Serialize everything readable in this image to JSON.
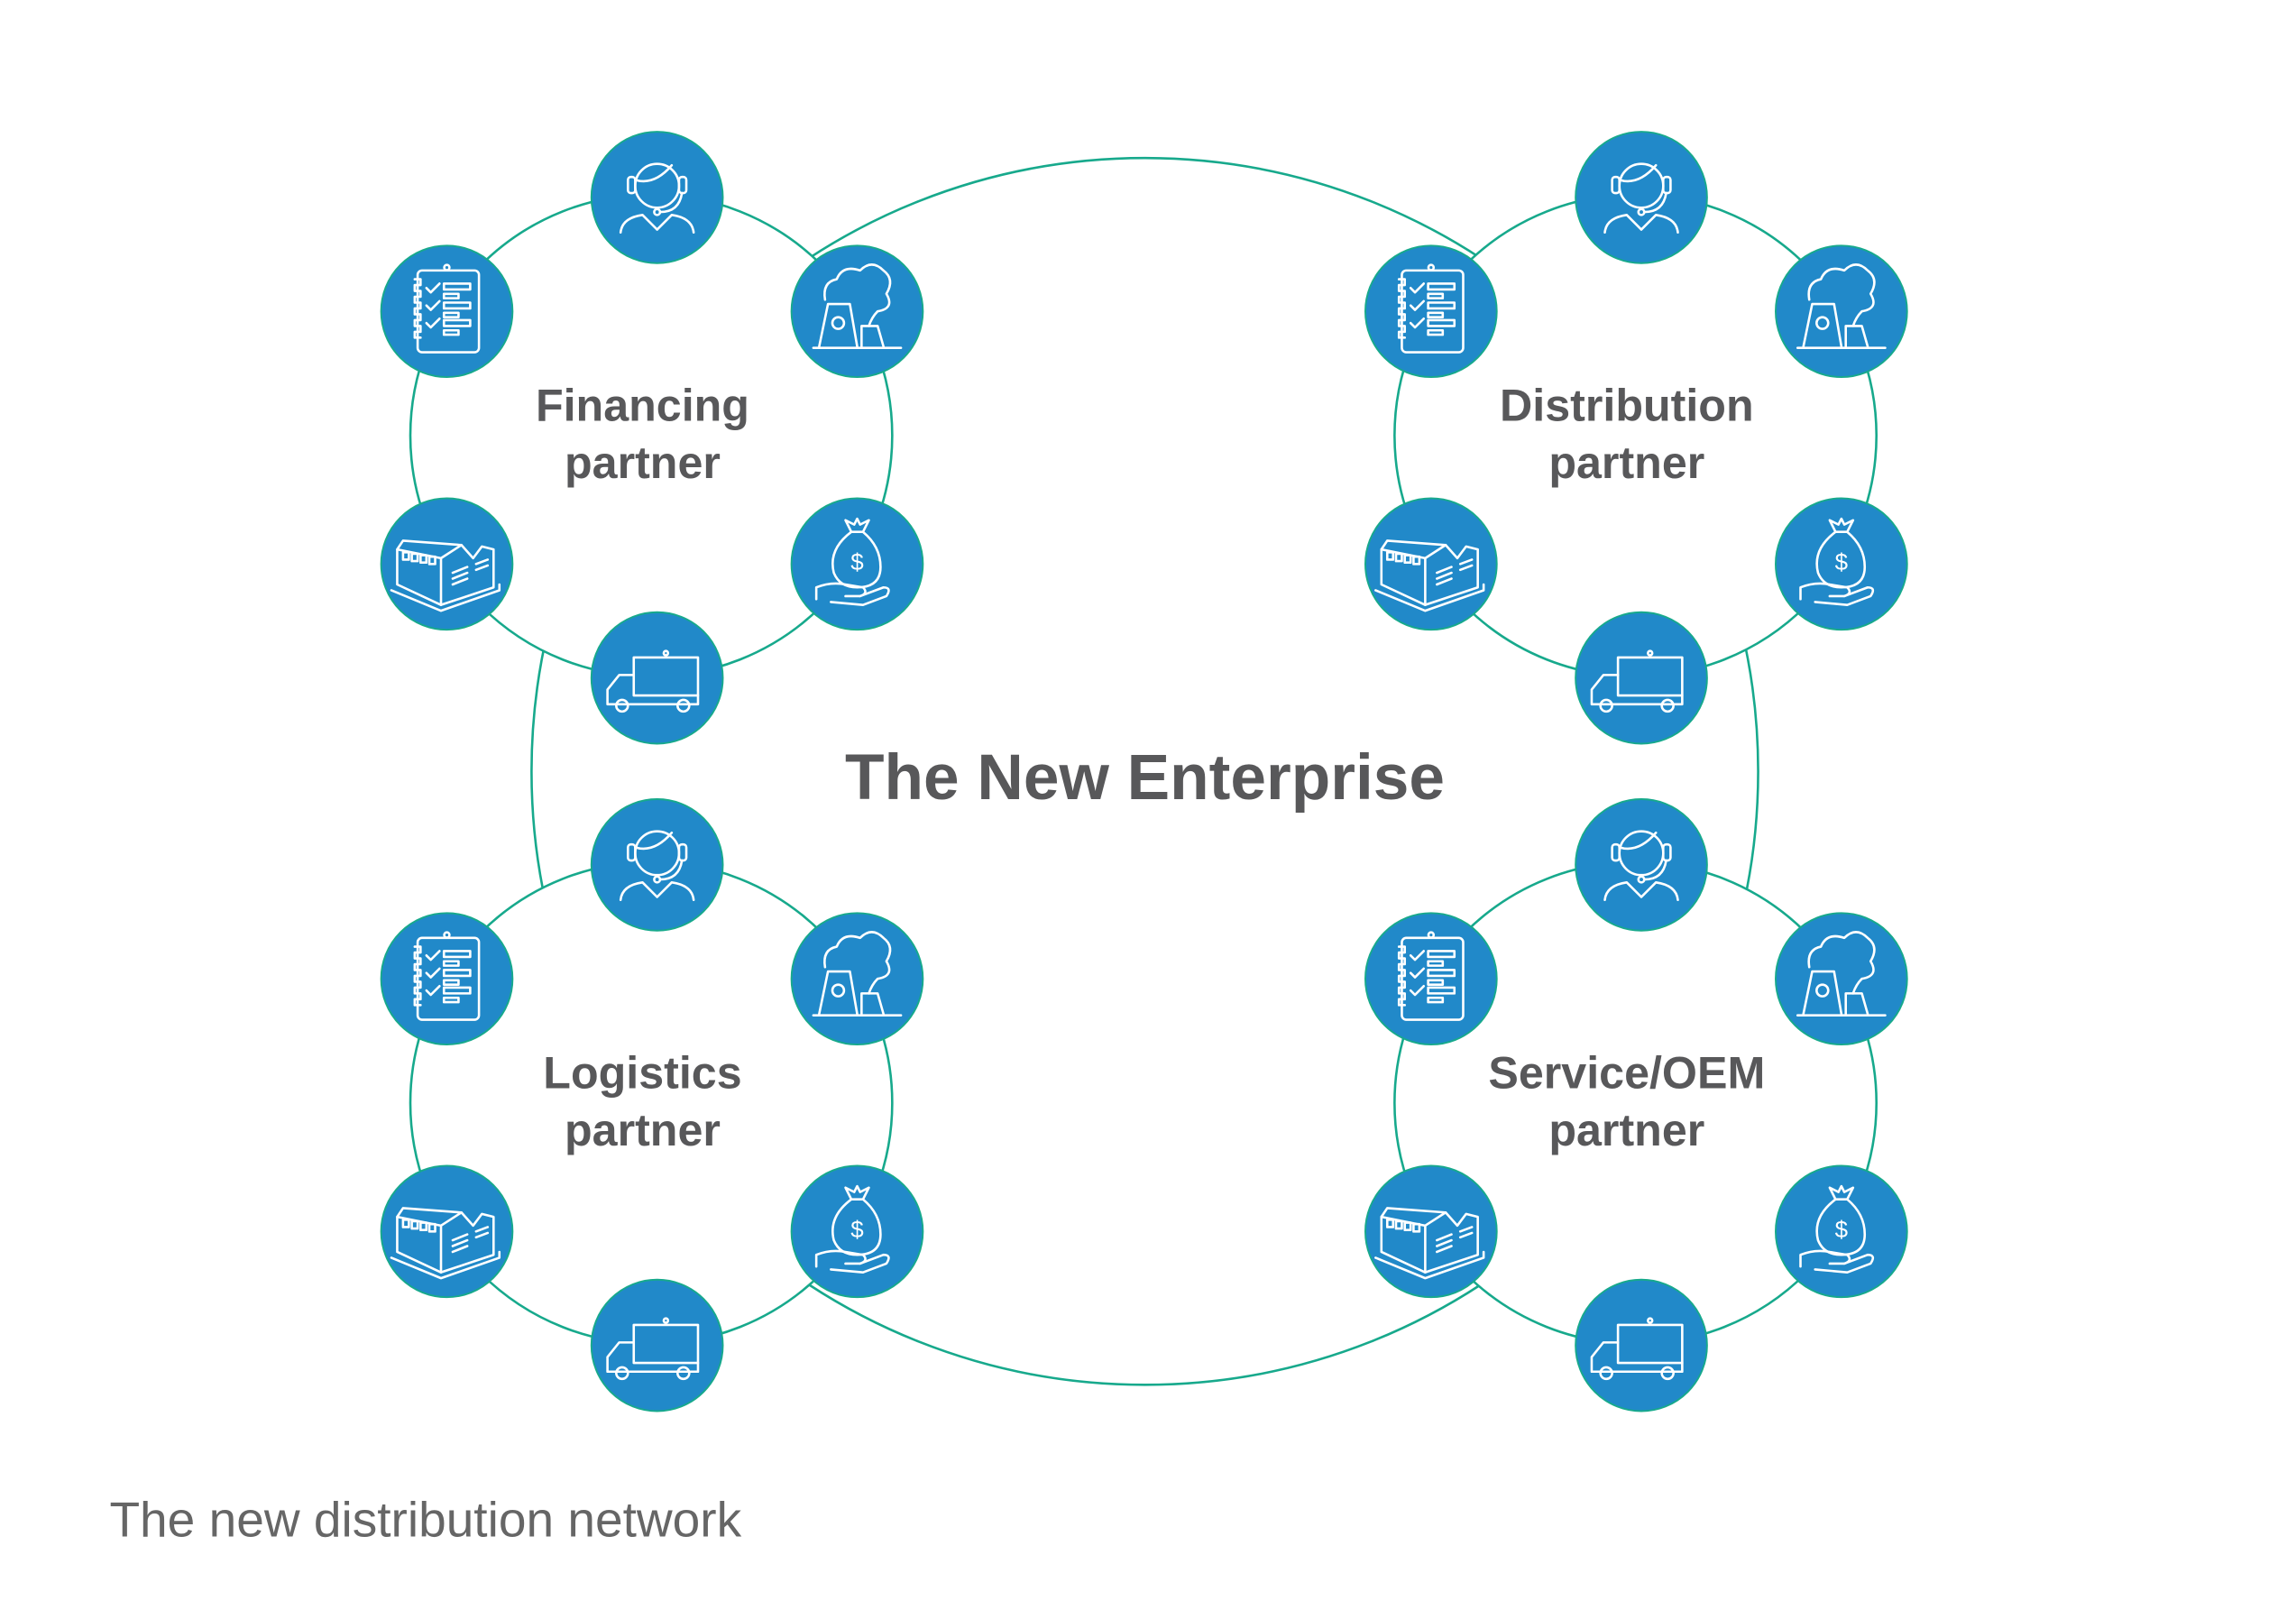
{
  "title": "The New Enterprise",
  "caption": "The new distribution network",
  "colors": {
    "node": "#2189c9",
    "ring": "#17a98c",
    "text": "#58585a"
  },
  "partners": [
    {
      "line1": "Financing",
      "line2": "partner"
    },
    {
      "line1": "Distribution",
      "line2": "partner"
    },
    {
      "line1": "Logistics",
      "line2": "partner"
    },
    {
      "line1": "Service/OEM",
      "line2": "partner"
    }
  ],
  "node_icons": [
    "support-agent-icon",
    "factory-icon",
    "money-bag-hand-icon",
    "delivery-truck-icon",
    "warehouse-icon",
    "checklist-icon"
  ]
}
